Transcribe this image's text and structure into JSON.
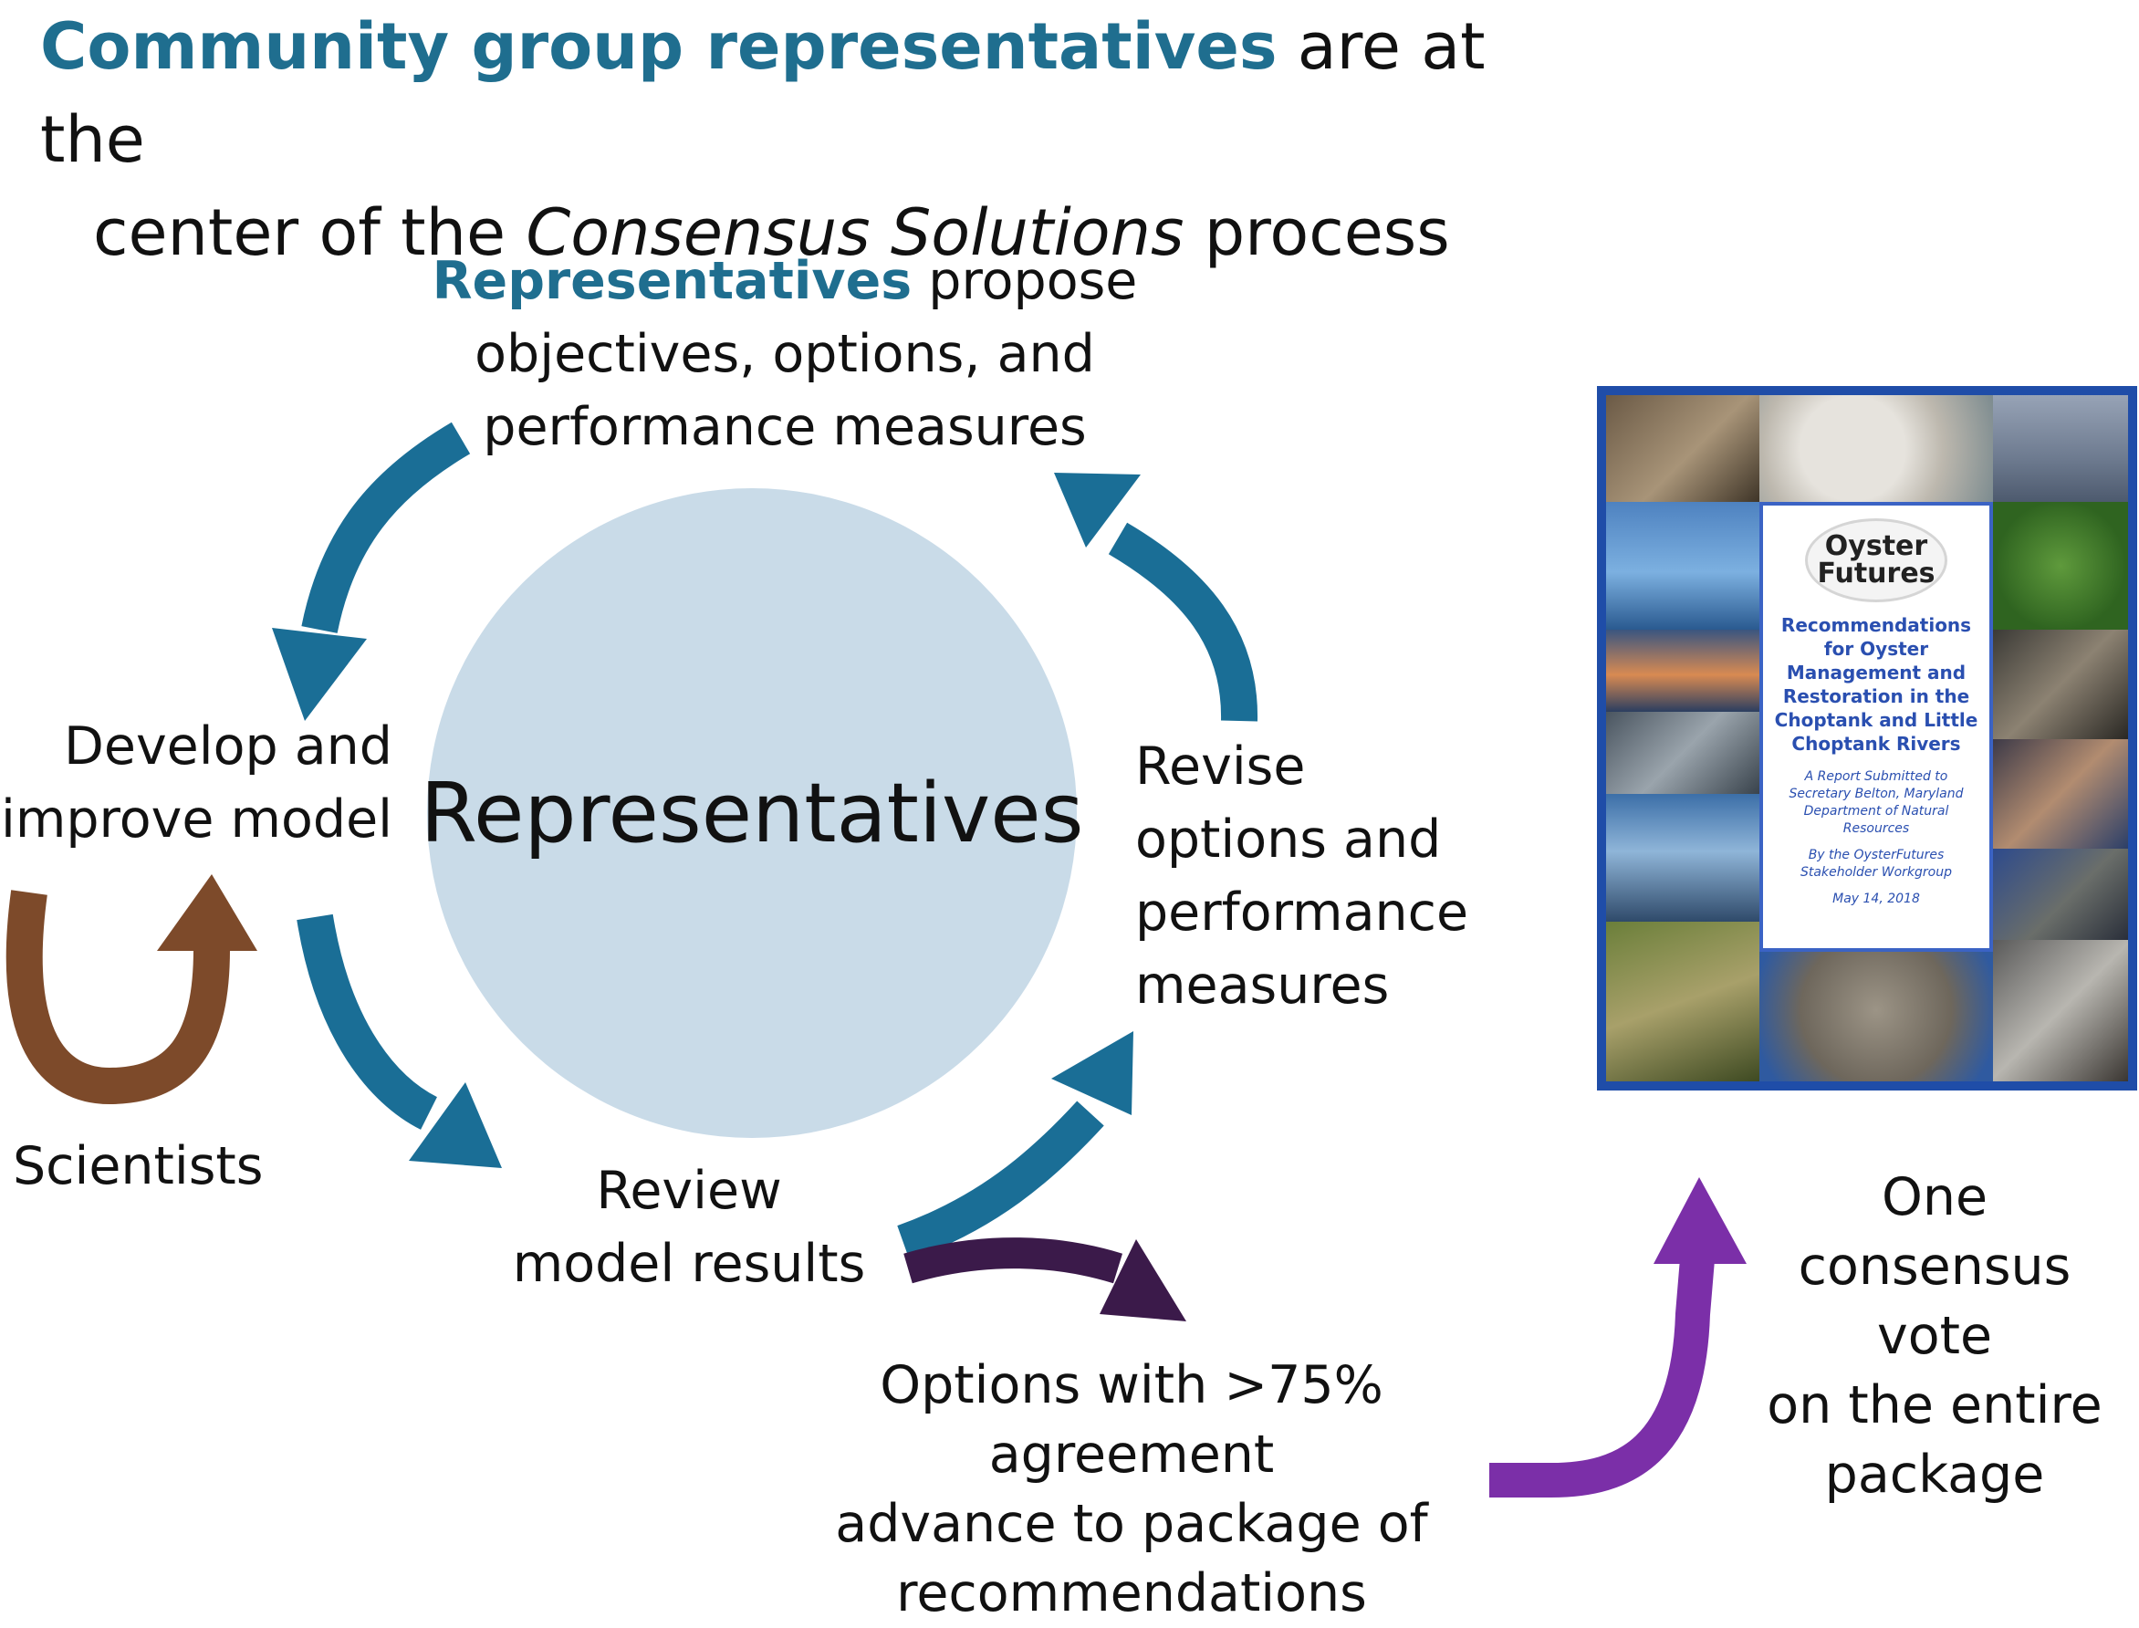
{
  "title": {
    "highlight": "Community group representatives",
    "part2": " are at the",
    "line2_prefix": "center of the ",
    "line2_italic": "Consensus Solutions",
    "line2_suffix": " process"
  },
  "hub": {
    "label": "Representatives"
  },
  "labels": {
    "propose_highlight": "Representatives",
    "propose_rest_1": " propose",
    "propose_line2": "objectives, options, and",
    "propose_line3": "performance measures",
    "develop_line1": "Develop and",
    "develop_line2": "improve model",
    "scientists": "Scientists",
    "review_line1": "Review",
    "review_line2": "model results",
    "revise_line1": "Revise",
    "revise_line2": "options and",
    "revise_line3": "performance",
    "revise_line4": "measures",
    "options_line1": "Options with >75% agreement",
    "options_line2": "advance to package of",
    "options_line3": "recommendations",
    "vote_line1": "One",
    "vote_line2": "consensus",
    "vote_line3": "vote",
    "vote_line4": "on the entire",
    "vote_line5": "package"
  },
  "report": {
    "logo_line1": "Oyster",
    "logo_line2": "Futures",
    "title": "Recommendations for Oyster Management and Restoration in the Choptank and Little Choptank Rivers",
    "submitted": "A Report Submitted to Secretary Belton, Maryland Department of Natural Resources",
    "by": "By the OysterFutures Stakeholder Workgroup",
    "date": "May 14, 2018"
  },
  "colors": {
    "accent_blue": "#1f6e8f",
    "arrow_blue": "#1a6e96",
    "arrow_brown": "#7d4a2a",
    "arrow_dark_purple": "#3b1a4a",
    "arrow_purple": "#7b2fa8",
    "hub_fill": "#c9dbe8",
    "report_border": "#1f4da8"
  }
}
